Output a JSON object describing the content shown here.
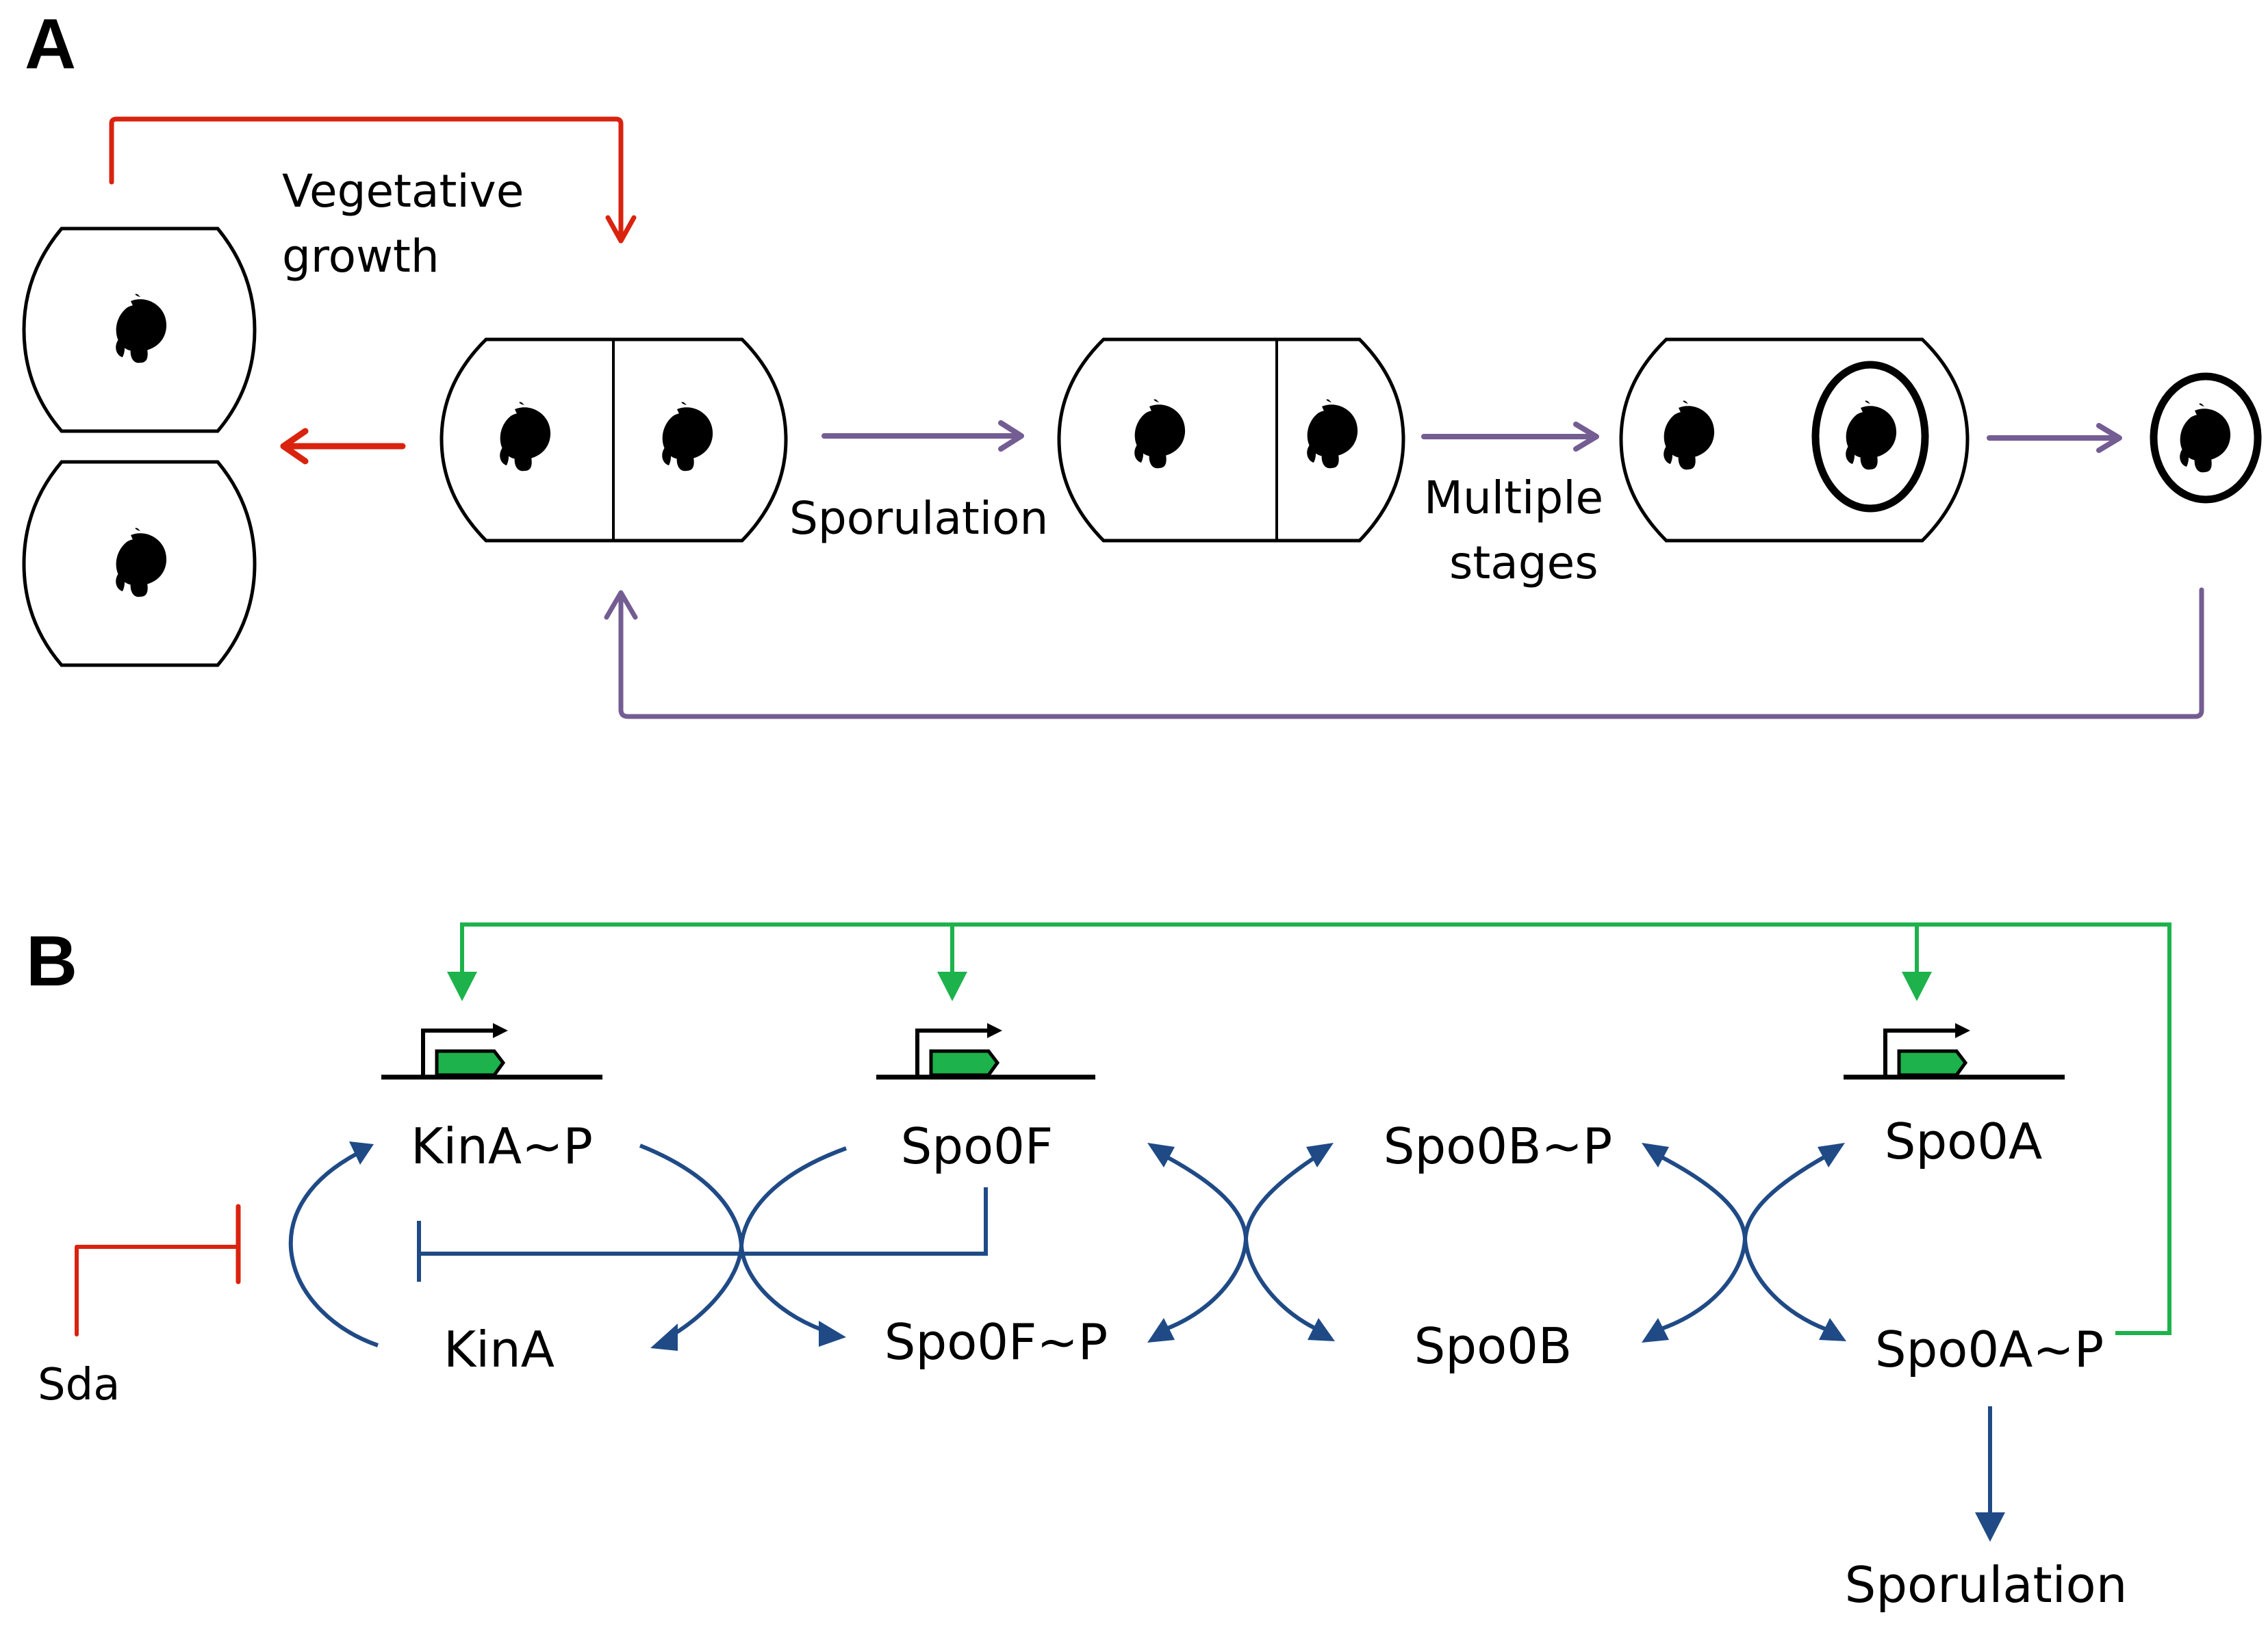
{
  "panel_a": {
    "label": "A",
    "vegetative_label_line1": "Vegetative",
    "vegetative_label_line2": "growth",
    "sporulation_label": "Sporulation",
    "multiple_stages_line1": "Multiple",
    "multiple_stages_line2": "stages",
    "colors": {
      "vegetative": "#d9230f",
      "sporulation": "#735d92"
    },
    "stages": [
      "daughter-cell-1",
      "daughter-cell-2",
      "dividing-cell",
      "asymmetric-septum-cell",
      "engulfed-forespore-cell",
      "mature-spore"
    ]
  },
  "panel_b": {
    "label": "B",
    "nodes": {
      "kina_p": "KinA~P",
      "kina": "KinA",
      "spo0f": "Spo0F",
      "spo0f_p": "Spo0F~P",
      "spo0b_p": "Spo0B~P",
      "spo0b": "Spo0B",
      "spo0a": "Spo0A",
      "spo0a_p": "Spo0A~P",
      "sda": "Sda",
      "sporulation": "Sporulation"
    },
    "genes_regulated_by_spo0a_p": [
      "KinA",
      "Spo0F",
      "Spo0A"
    ],
    "colors": {
      "phosphorelay": "#1f4a86",
      "feedback": "#1db24b",
      "inhibitor": "#d9230f",
      "gene": "#1db24b"
    }
  }
}
